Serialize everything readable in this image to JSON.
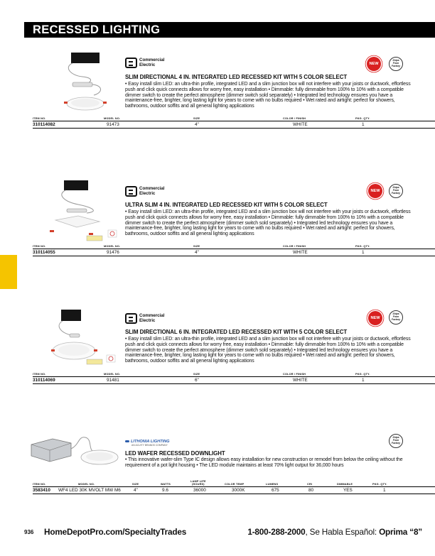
{
  "header": {
    "title": "RECESSED LIGHTING"
  },
  "colors": {
    "header_bg": "#000000",
    "accent_yellow": "#f5c400",
    "new_badge": "#d92020",
    "lithonia_blue": "#2b5cab"
  },
  "badges": {
    "new": "NEW",
    "ship": "Ships From Factory"
  },
  "spec_headers": {
    "item_no": "ITEM NO.",
    "model_no": "MODEL NO.",
    "size": "SIZE",
    "color_finish": "COLOR / FINISH",
    "pkg_qty": "PKG. QTY.",
    "watts": "WATTS",
    "lamp_life_1": "LAMP LIFE",
    "lamp_life_2": "(HOURS)",
    "color_temp": "COLOR TEMP",
    "lumens": "LUMENS",
    "cri": "CRI",
    "dimmable": "DIMMABLE"
  },
  "products": [
    {
      "brand_line1": "Commercial",
      "brand_line2": "Electric",
      "title": "SLIM DIRECTIONAL 4 IN. INTEGRATED LED RECESSED KIT WITH 5 COLOR SELECT",
      "description": "• Easy install slim LED: an ultra-thin profile, integrated LED and a slim junction box will not interfere with your joists or ductwork, effortless push and click quick connects allows for worry free, easy installation • Dimmable: fully dimmable from 100% to 10% with a compatible dimmer switch to create the perfect atmosphere (dimmer switch sold separately) • Integrated led technology ensures you have a maintenance-free, brighter, long lasting light for years to come with no bulbs required • Wet rated and airtight: perfect for showers, bathrooms, outdoor soffits and all general lighting applications",
      "row": {
        "item_no": "310114082",
        "model_no": "91473",
        "size": "4\"",
        "color_finish": "WHITE",
        "pkg_qty": "1"
      }
    },
    {
      "brand_line1": "Commercial",
      "brand_line2": "Electric",
      "title": "ULTRA SLIM 4 IN. INTEGRATED LED RECESSED KIT WITH 5 COLOR SELECT",
      "description": "• Easy install slim LED: an ultra-thin profile, integrated LED and a slim junction box will not interfere with your joists or ductwork, effortless push and click quick connects allows for worry free, easy installation • Dimmable: fully dimmable from 100% to 10% with a compatible dimmer switch to create the perfect atmosphere (dimmer switch sold separately) • Integrated led technology ensures you have a maintenance-free, brighter, long lasting light for years to come with no bulbs required • Wet rated and airtight: perfect for showers, bathrooms, outdoor soffits and all general lighting applications",
      "row": {
        "item_no": "310114055",
        "model_no": "91476",
        "size": "4\"",
        "color_finish": "WHITE",
        "pkg_qty": "1"
      }
    },
    {
      "brand_line1": "Commercial",
      "brand_line2": "Electric",
      "title": "SLIM DIRECTIONAL 6 IN. INTEGRATED LED RECESSED KIT WITH 5 COLOR SELECT",
      "description": "• Easy install slim LED: an ultra-thin profile, integrated LED and a slim junction box will not interfere with your joists or ductwork, effortless push and click quick connects allows for worry free, easy installation • Dimmable: fully dimmable from 100% to 10% with a compatible dimmer switch to create the perfect atmosphere (dimmer switch sold separately) • Integrated led technology ensures you have a maintenance-free, brighter, long lasting light for years to come with no bulbs required • Wet rated and airtight: perfect for showers, bathrooms, outdoor soffits and all general lighting applications",
      "row": {
        "item_no": "310114069",
        "model_no": "91481",
        "size": "6\"",
        "color_finish": "WHITE",
        "pkg_qty": "1"
      }
    },
    {
      "brand_line1": "LITHONIA LIGHTING",
      "brand_line2": "AN ACUITY BRANDS COMPANY",
      "title": "LED WAFER RECESSED DOWNLIGHT",
      "description": "• This innovative wafer-slim Type IC design allows easy installation for new construction or remodel from below the ceiling without the requirement of a pot light housing • The LED module maintains at least 70% light output for 36,000 hours",
      "row": {
        "item_no": "3583410",
        "model_no": "WF4 LED 30K MVOLT MW M6",
        "size": "4\"",
        "watts": "9.6",
        "lamp_life": "36000",
        "color_temp": "3000K",
        "lumens": "675",
        "cri": "80",
        "dimmable": "YES",
        "pkg_qty": "1"
      }
    }
  ],
  "footer": {
    "page": "936",
    "url": "HomeDepotPro.com/SpecialtyTrades",
    "phone": "1-800-288-2000",
    "spanish": ", Se Habla Español: ",
    "option": "Oprima “8”"
  }
}
